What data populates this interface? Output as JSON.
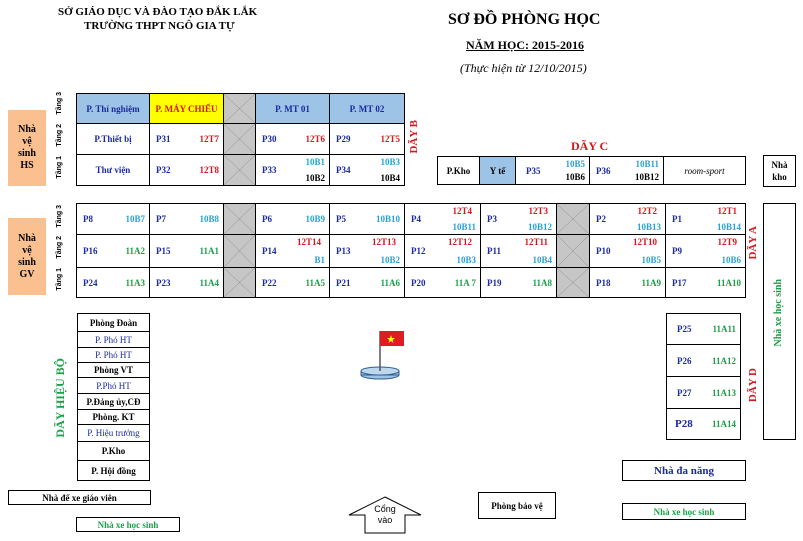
{
  "header": {
    "dept": "SỞ GIÁO DỤC VÀ ĐÀO TẠO ĐẮK LẮK",
    "school": "TRƯỜNG THPT NGÔ GIA TỰ",
    "title": "SƠ ĐỒ PHÒNG HỌC",
    "year": "NĂM HỌC: 2015-2016",
    "date": "(Thực hiện từ 12/10/2015)"
  },
  "floors": {
    "f1": "Tầng 1",
    "f2": "Tầng 2",
    "f3": "Tầng 3"
  },
  "toilets": {
    "hs": "Nhà\nvệ\nsinh\nHS",
    "gv": "Nhà\nvệ\nsinh\nGV"
  },
  "dayB": {
    "label": "DÃY B",
    "floor3": {
      "lab": "P. Thí nghiệm",
      "projector": "P. MÁY CHIẾU",
      "mt1": "P. MT 01",
      "mt2": "P. MT 02"
    },
    "floor2": [
      {
        "name": "P.Thiết bị"
      },
      {
        "name": "P31",
        "cls": "12T7"
      },
      {
        "name": "P30",
        "cls": "12T6"
      },
      {
        "name": "P29",
        "cls": "12T5"
      }
    ],
    "floor1": [
      {
        "name": "Thư viện"
      },
      {
        "name": "P32",
        "cls": "12T8"
      },
      {
        "name": "P33",
        "top": "10B1",
        "bot": "10B2"
      },
      {
        "name": "P34",
        "top": "10B3",
        "bot": "10B4"
      }
    ]
  },
  "dayC": {
    "label": "DÃY C",
    "store": "P.Kho",
    "medical": "Y tế",
    "rooms": [
      {
        "name": "P35",
        "top": "10B5",
        "bot": "10B6"
      },
      {
        "name": "P36",
        "top": "10B11",
        "bot": "10B12"
      }
    ],
    "sport": "room-sport",
    "warehouse": "Nhà\nkho"
  },
  "dayA": {
    "label": "DÃY A",
    "floor3": [
      {
        "name": "P8",
        "cls": "10B7"
      },
      {
        "name": "P7",
        "cls": "10B8"
      },
      {
        "name": "P6",
        "cls": "10B9"
      },
      {
        "name": "P5",
        "cls": "10B10"
      },
      {
        "name": "P4",
        "top": "12T4",
        "bot": "10B11"
      },
      {
        "name": "P3",
        "top": "12T3",
        "bot": "10B12"
      },
      {
        "name": "P2",
        "top": "12T2",
        "bot": "10B13"
      },
      {
        "name": "P1",
        "top": "12T1",
        "bot": "10B14"
      }
    ],
    "floor2": [
      {
        "name": "P16",
        "cls": "11A2"
      },
      {
        "name": "P15",
        "cls": "11A1"
      },
      {
        "name": "P14",
        "top": "12T14",
        "bot": "B1"
      },
      {
        "name": "P13",
        "top": "12T13",
        "bot": "10B2"
      },
      {
        "name": "P12",
        "top": "12T12",
        "bot": "10B3"
      },
      {
        "name": "P11",
        "top": "12T11",
        "bot": "10B4"
      },
      {
        "name": "P10",
        "top": "12T10",
        "bot": "10B5"
      },
      {
        "name": "P9",
        "top": "12T9",
        "bot": "10B6"
      }
    ],
    "floor1": [
      {
        "name": "P24",
        "cls": "11A3"
      },
      {
        "name": "P23",
        "cls": "11A4"
      },
      {
        "name": "P22",
        "cls": "11A5"
      },
      {
        "name": "P21",
        "cls": "11A6"
      },
      {
        "name": "P20",
        "cls": "11A 7"
      },
      {
        "name": "P19",
        "cls": "11A8"
      },
      {
        "name": "P18",
        "cls": "11A9"
      },
      {
        "name": "P17",
        "cls": "11A10"
      }
    ]
  },
  "dayD": {
    "label": "DÃY D",
    "rooms": [
      {
        "name": "P25",
        "cls": "11A11"
      },
      {
        "name": "P26",
        "cls": "11A12"
      },
      {
        "name": "P27",
        "cls": "11A13"
      },
      {
        "name": "P28",
        "cls": "11A14"
      }
    ]
  },
  "parkingRight": "Nhà xe học sinh",
  "office": {
    "label": "DÃY HIỆU BỘ",
    "rooms": [
      "Phòng Đoàn",
      "P. Phó HT",
      "P. Phó HT",
      "Phòng VT",
      "P.Phó HT",
      "P.Đảng ủy,CĐ",
      "Phòng. KT",
      "P. Hiệu trưởng",
      "P.Kho",
      "P. Hội đồng"
    ]
  },
  "bottom": {
    "teacherParking": "Nhà để xe giáo viên",
    "studentParking": "Nhà xe học sinh",
    "gate": "Cổng\nvào",
    "guard": "Phòng bảo vệ",
    "gym": "Nhà đa năng",
    "studentParking2": "Nhà xe học sinh"
  },
  "colors": {
    "lightBlue": "#9dc3e6",
    "yellow": "#ffff00",
    "toilet": "#fac090",
    "cross": "#c6c6c6",
    "flag": "#e11b22",
    "red": "#d9141b",
    "blue": "#1a2a9c",
    "green": "#1aa048",
    "cyan": "#2b9fd4"
  }
}
